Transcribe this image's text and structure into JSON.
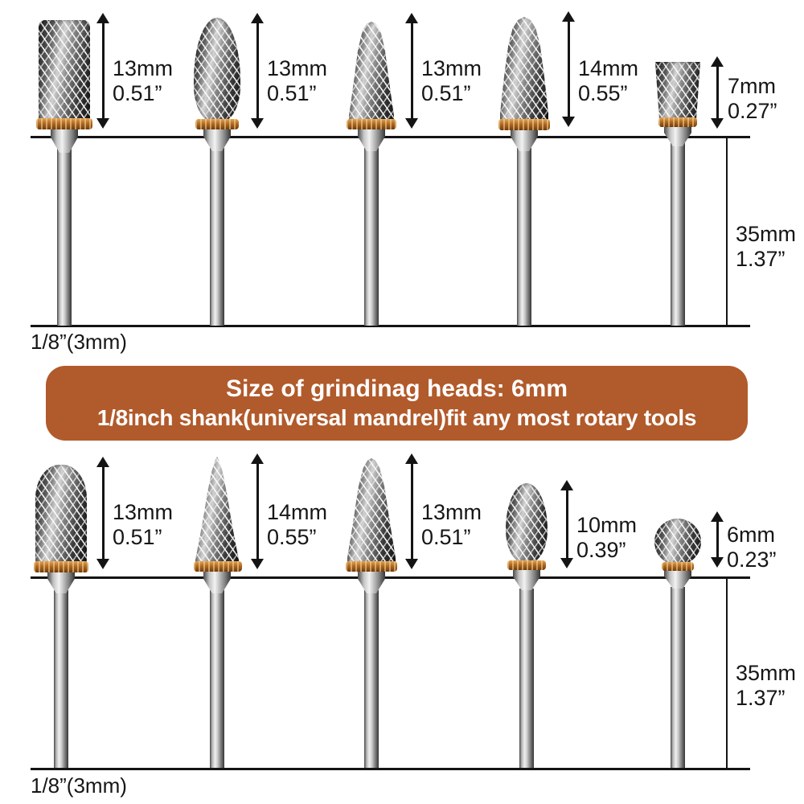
{
  "banner": {
    "line1": "Size of grindinag heads: 6mm",
    "line2": "1/8inch shank(universal mandrel)fit any most rotary tools",
    "bg_color": "#b15a2b",
    "text_color": "#ffffff"
  },
  "colors": {
    "line_color": "#141414",
    "braze_band": "#b06a24",
    "metal_dark": "#1b1b1b",
    "metal_light": "#efefef"
  },
  "sections": [
    {
      "name": "top-row",
      "shank_label": "1/8”(3mm)",
      "shank_length": {
        "mm": "35mm",
        "inch": "1.37”"
      },
      "bits": [
        {
          "shape": "cylinder",
          "mm": "13mm",
          "inch": "0.51”"
        },
        {
          "shape": "oval",
          "mm": "13mm",
          "inch": "0.51”"
        },
        {
          "shape": "tree",
          "mm": "13mm",
          "inch": "0.51”"
        },
        {
          "shape": "round-nose-cone",
          "mm": "14mm",
          "inch": "0.55”"
        },
        {
          "shape": "small-cylinder",
          "mm": "7mm",
          "inch": "0.27”"
        }
      ]
    },
    {
      "name": "bottom-row",
      "shank_label": "1/8”(3mm)",
      "shank_length": {
        "mm": "35mm",
        "inch": "1.37”"
      },
      "bits": [
        {
          "shape": "dome-cylinder",
          "mm": "13mm",
          "inch": "0.51”"
        },
        {
          "shape": "sharp-cone",
          "mm": "14mm",
          "inch": "0.55”"
        },
        {
          "shape": "cone",
          "mm": "13mm",
          "inch": "0.51”"
        },
        {
          "shape": "small-oval",
          "mm": "10mm",
          "inch": "0.39”"
        },
        {
          "shape": "ball",
          "mm": "6mm",
          "inch": "0.23”"
        }
      ]
    }
  ]
}
